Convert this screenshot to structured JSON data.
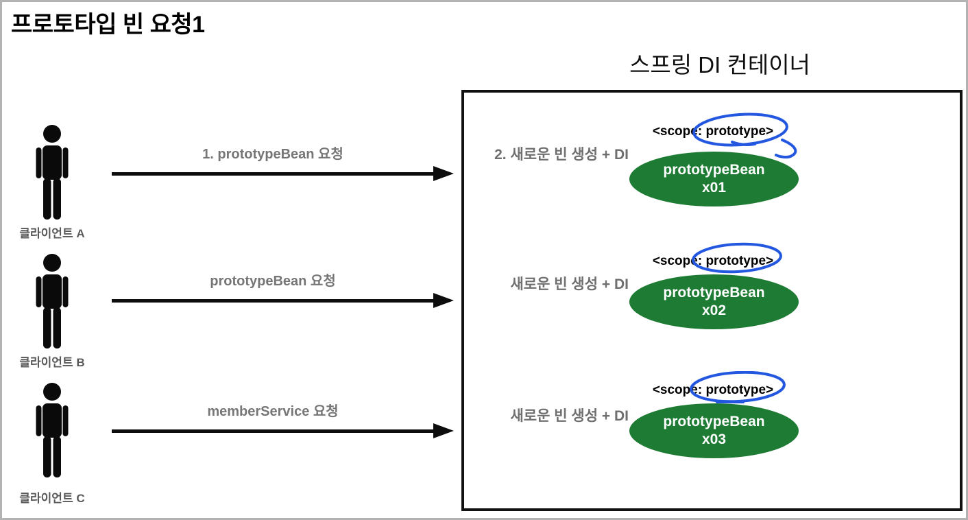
{
  "title": "프로토타입 빈 요청1",
  "container": {
    "title": "스프링 DI 컨테이너"
  },
  "colors": {
    "bean_green": "#1e7b34",
    "highlight_blue": "#2357df",
    "frame_gray": "#b3b3b3"
  },
  "rows": [
    {
      "client_label": "클라이언트 A",
      "request_label": "1. prototypeBean 요청",
      "action_label": "2. 새로운 빈 생성 + DI",
      "scope_label": "<scope: prototype>",
      "bean_name": "prototypeBean",
      "bean_instance": "x01"
    },
    {
      "client_label": "클라이언트 B",
      "request_label": "prototypeBean 요청",
      "action_label": "새로운 빈 생성 + DI",
      "scope_label": "<scope: prototype>",
      "bean_name": "prototypeBean",
      "bean_instance": "x02"
    },
    {
      "client_label": "클라이언트 C",
      "request_label": "memberService 요청",
      "action_label": "새로운 빈 생성 + DI",
      "scope_label": "<scope: prototype>",
      "bean_name": "prototypeBean",
      "bean_instance": "x03"
    }
  ]
}
